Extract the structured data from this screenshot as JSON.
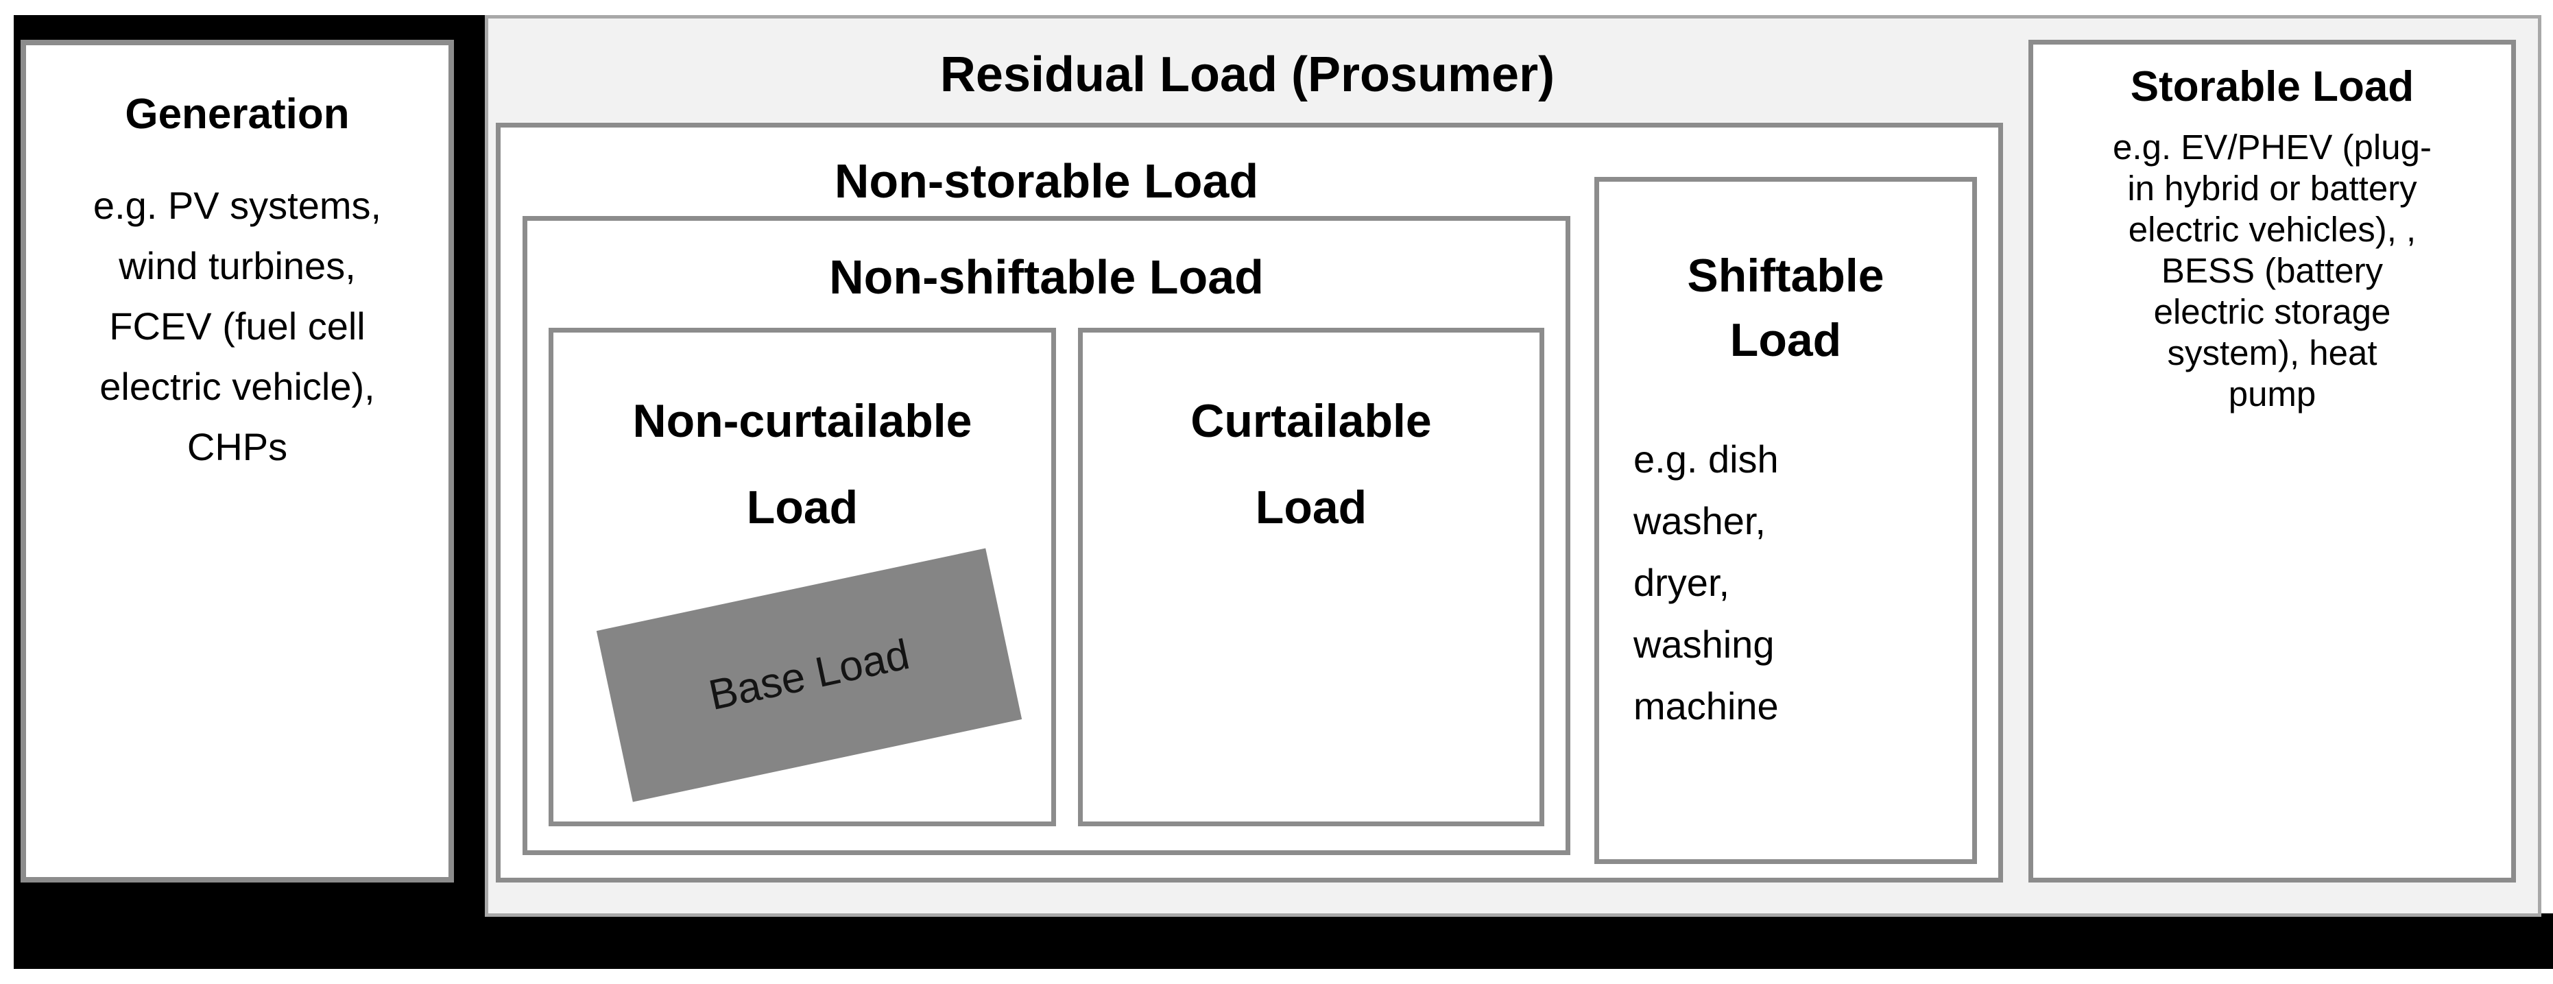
{
  "generation": {
    "title": "Generation",
    "body": [
      "e.g. PV systems,",
      "wind turbines,",
      "FCEV (fuel cell",
      "electric vehicle),",
      "CHPs"
    ]
  },
  "residual": {
    "title": "Residual Load (Prosumer)"
  },
  "non_storable": {
    "title": "Non-storable Load"
  },
  "non_shiftable": {
    "title": "Non-shiftable Load"
  },
  "non_curtailable": {
    "lines": [
      "Non-curtailable",
      "Load"
    ]
  },
  "base_load": {
    "label": "Base Load"
  },
  "curtailable": {
    "lines": [
      "Curtailable",
      "Load"
    ]
  },
  "shiftable": {
    "lines": [
      "Shiftable",
      "Load"
    ],
    "body": [
      "e.g. dish",
      "washer,",
      "dryer,",
      "washing",
      "machine"
    ]
  },
  "storable": {
    "title": "Storable Load",
    "body": [
      "e.g. EV/PHEV (plug-",
      "in hybrid or battery",
      "electric vehicles), ,",
      "BESS (battery",
      "electric storage",
      "system), heat",
      "pump"
    ]
  },
  "colors": {
    "backdrop": "#000000",
    "container_bg": "#f2f2f2",
    "container_border": "#a8a8a8",
    "box_border": "#8c8c8c",
    "box_bg": "#ffffff",
    "base_load_bg": "#858585",
    "text": "#000000"
  }
}
